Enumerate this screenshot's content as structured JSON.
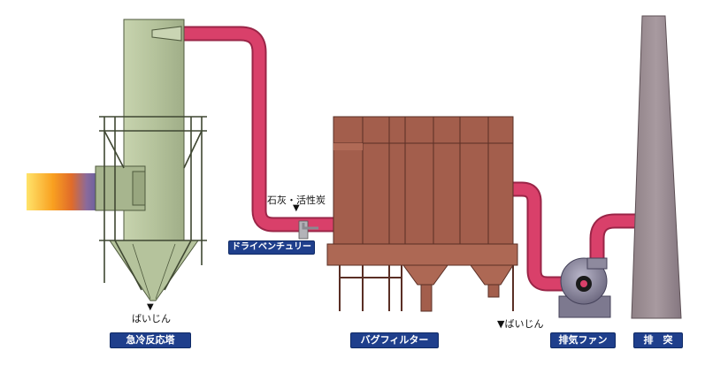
{
  "labels": {
    "quench_tower": "急冷反応塔",
    "bag_filter": "バグフィルター",
    "exhaust_fan": "排気ファン",
    "stack": "排　突",
    "drive_venturi": "ドライベンチュリー",
    "lime_carbon": "石灰・活性炭",
    "dust_tower": "ばいじん",
    "dust_filter": "▼ばいじん",
    "arrow_down": "▼"
  },
  "colors": {
    "duct": "#d9406a",
    "duct_edge": "#9a2547",
    "tower": "#b5c39c",
    "tower_edge": "#4f5a3e",
    "filter": "#a35e4c",
    "filter_edge": "#5a2f25",
    "stack": "#9a8a8f",
    "fan": "#8e8a9e",
    "badge": "#1f3f8c"
  }
}
